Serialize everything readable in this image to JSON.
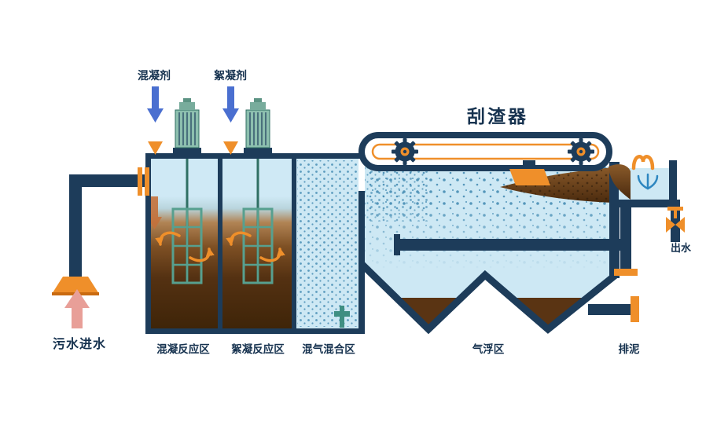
{
  "labels": {
    "coagulant": "混凝剂",
    "flocculant": "絮凝剂",
    "scraper": "刮渣器",
    "raw_water_inlet": "污水进水",
    "zone_coagulation": "混凝反应区",
    "zone_flocculation": "絮凝反应区",
    "zone_air_mixing": "混气混合区",
    "zone_flotation": "气浮区",
    "sludge_drain": "排泥",
    "outlet_water": "出水"
  },
  "colors": {
    "pipe_navy": "#1d3c5a",
    "text_navy": "#16324f",
    "water_blue": "#cde8f4",
    "bubble_dot_blue": "#3f88b0",
    "accent_orange": "#ef8f2a",
    "motor_teal": "#8cbfae",
    "paddle_teal": "#57a08f",
    "sludge_brown": "#5d3514",
    "dosing_arrow_blue": "#4a6fd0",
    "inlet_arrow_pink": "#e89f98",
    "settling_arrow_rust": "#c4713b"
  }
}
